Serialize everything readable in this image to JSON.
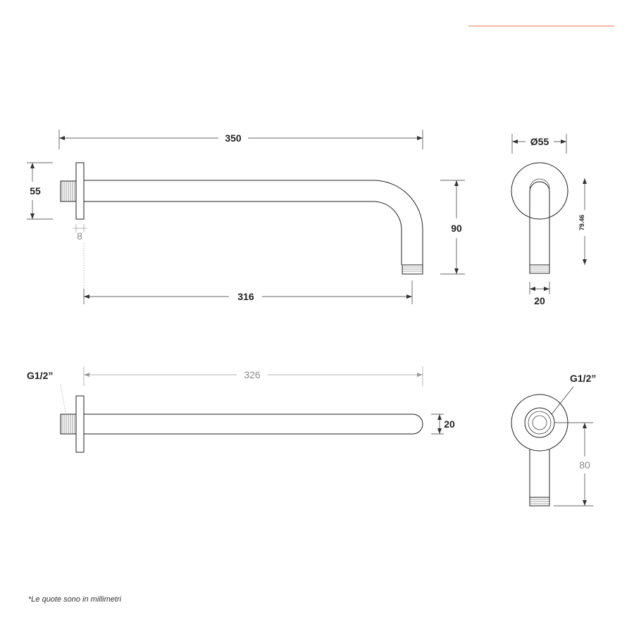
{
  "accent_color": "#f0a083",
  "dimensions": {
    "overall_length": "350",
    "flange_diameter": "55",
    "flange_thickness": "8",
    "drop_height": "90",
    "pipe_length": "316",
    "side_diameter": "Ø55",
    "side_height": "79.46",
    "pipe_diameter": "20",
    "top_length": "326",
    "top_pipe_diameter": "20",
    "front_height": "80",
    "thread_left": "G1/2”",
    "thread_right": "G1/2”"
  },
  "footnote": "*Le quote sono in millimetri"
}
